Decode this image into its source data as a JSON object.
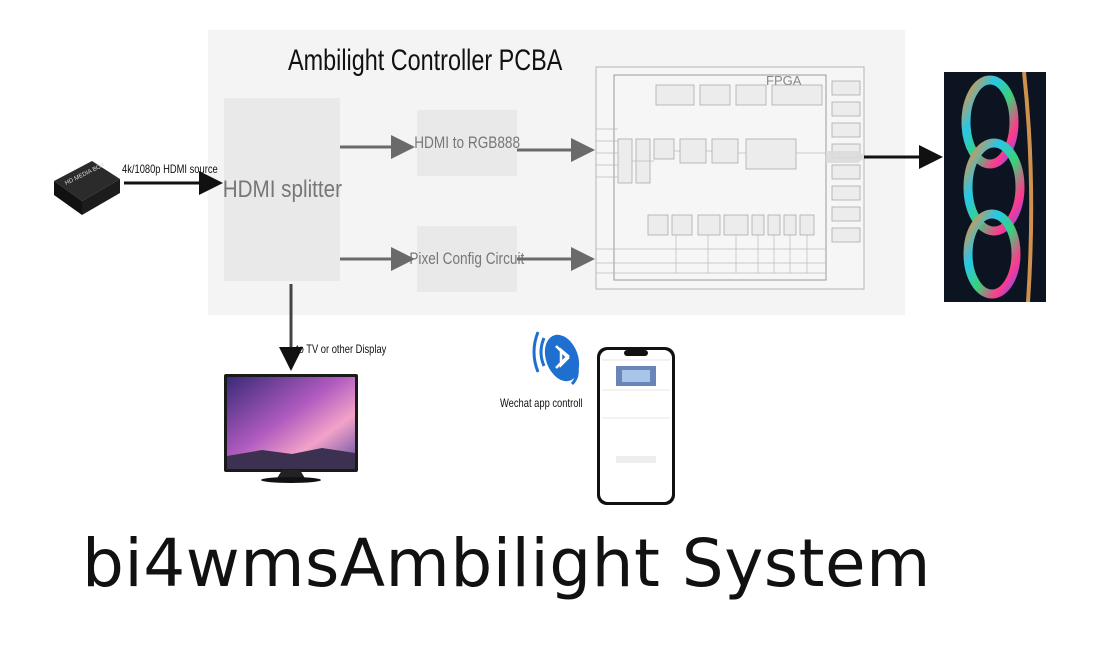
{
  "diagram": {
    "pcba_title": "Ambilight Controller PCBA",
    "source_label": "4k/1080p HDMI source",
    "source_device_text": "HD MEDIA BOX",
    "splitter_label": "HDMI splitter",
    "rgb_label": "HDMI to RGB888",
    "pixel_config_label": "Pixel Config Circuit",
    "fpga_label": "FPGA",
    "display_label": "to TV or other Display",
    "app_label": "Wechat app controll",
    "footer_title": "bi4wmsAmbilight System"
  },
  "colors": {
    "arrow": "#6a6a6a",
    "arrow_dark": "#111111",
    "panel": "#f4f4f4",
    "block": "#e9e9e9",
    "bluetooth": "#1f6fd0"
  },
  "icons": {
    "bluetooth": "bluetooth-icon",
    "tv": "tv-icon",
    "phone": "phone-icon",
    "media_box": "media-box-icon",
    "led_strip": "led-strip-icon"
  }
}
